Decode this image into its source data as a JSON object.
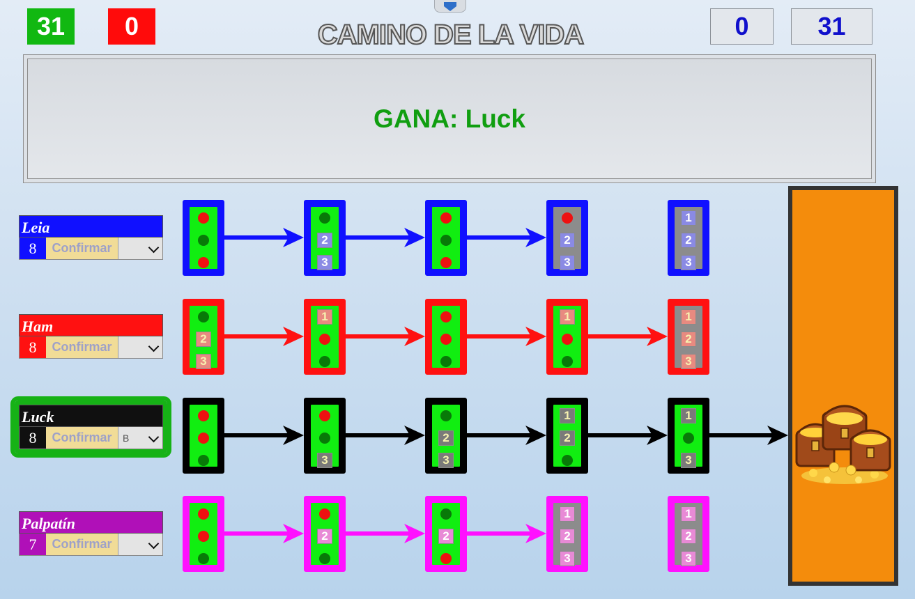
{
  "header": {
    "title": "CAMINO DE LA VIDA",
    "score_green": "31",
    "score_red": "0",
    "score_right1": "0",
    "score_right2": "31"
  },
  "message": "GANA: Luck",
  "colors": {
    "leia": "#1010ff",
    "ham": "#ff1111",
    "luck": "#000000",
    "palpatin": "#ff10ff",
    "leia_name_bg": "#1010ff",
    "ham_name_bg": "#ff1111",
    "luck_name_bg": "#101010",
    "palpatin_name_bg": "#b010b8",
    "leia_square": "#8a8ae4",
    "ham_square": "#e88a80",
    "luck_square": "#7a7a7a",
    "palpatin_square": "#e88ad6",
    "leia_square_text": "#ffffff",
    "ham_square_text": "#f7f2b0",
    "luck_square_text": "#f7f2b0",
    "palpatin_square_text": "#ffffff",
    "node_green": "#11ee11",
    "node_grey": "#8c8c8c",
    "treasure_bg": "#f48c0c"
  },
  "players": [
    {
      "key": "leia",
      "name": "Leia",
      "number": "8",
      "confirm": "Confirmar",
      "select": "",
      "winner": false,
      "nodes": [
        {
          "bg": "green",
          "slots": [
            "dot-red",
            "dot-green",
            "dot-red"
          ]
        },
        {
          "bg": "green",
          "slots": [
            "dot-green",
            "2",
            "3"
          ]
        },
        {
          "bg": "green",
          "slots": [
            "dot-red",
            "dot-green",
            "dot-red"
          ]
        },
        {
          "bg": "grey",
          "slots": [
            "dot-red",
            "2",
            "3"
          ]
        },
        {
          "bg": "grey",
          "slots": [
            "1",
            "2",
            "3"
          ]
        }
      ],
      "arrows": [
        true,
        true,
        true,
        false,
        false
      ]
    },
    {
      "key": "ham",
      "name": "Ham",
      "number": "8",
      "confirm": "Confirmar",
      "select": "",
      "winner": false,
      "nodes": [
        {
          "bg": "green",
          "slots": [
            "dot-green",
            "2",
            "3"
          ]
        },
        {
          "bg": "green",
          "slots": [
            "1",
            "dot-red",
            "dot-green"
          ]
        },
        {
          "bg": "green",
          "slots": [
            "dot-red",
            "dot-red",
            "dot-green"
          ]
        },
        {
          "bg": "green",
          "slots": [
            "1",
            "dot-red",
            "dot-green"
          ]
        },
        {
          "bg": "grey",
          "slots": [
            "1",
            "2",
            "3"
          ]
        }
      ],
      "arrows": [
        true,
        true,
        true,
        true,
        false
      ]
    },
    {
      "key": "luck",
      "name": "Luck",
      "number": "8",
      "confirm": "Confirmar",
      "select": "B",
      "winner": true,
      "nodes": [
        {
          "bg": "green",
          "slots": [
            "dot-red",
            "dot-red",
            "dot-green"
          ]
        },
        {
          "bg": "green",
          "slots": [
            "dot-red",
            "dot-green",
            "3"
          ]
        },
        {
          "bg": "green",
          "slots": [
            "dot-green",
            "2",
            "3"
          ]
        },
        {
          "bg": "green",
          "slots": [
            "1",
            "2",
            "dot-green"
          ]
        },
        {
          "bg": "green",
          "slots": [
            "1",
            "dot-green",
            "3"
          ]
        }
      ],
      "arrows": [
        true,
        true,
        true,
        true,
        true
      ]
    },
    {
      "key": "palpatin",
      "name": "Palpatín",
      "number": "7",
      "confirm": "Confirmar",
      "select": "",
      "winner": false,
      "nodes": [
        {
          "bg": "green",
          "slots": [
            "dot-red",
            "dot-red",
            "dot-green"
          ]
        },
        {
          "bg": "green",
          "slots": [
            "dot-red",
            "2",
            "dot-green"
          ]
        },
        {
          "bg": "green",
          "slots": [
            "dot-green",
            "2",
            "dot-red"
          ]
        },
        {
          "bg": "grey",
          "slots": [
            "1",
            "2",
            "3"
          ]
        },
        {
          "bg": "grey",
          "slots": [
            "1",
            "2",
            "3"
          ]
        }
      ],
      "arrows": [
        true,
        true,
        true,
        false,
        false
      ]
    }
  ]
}
